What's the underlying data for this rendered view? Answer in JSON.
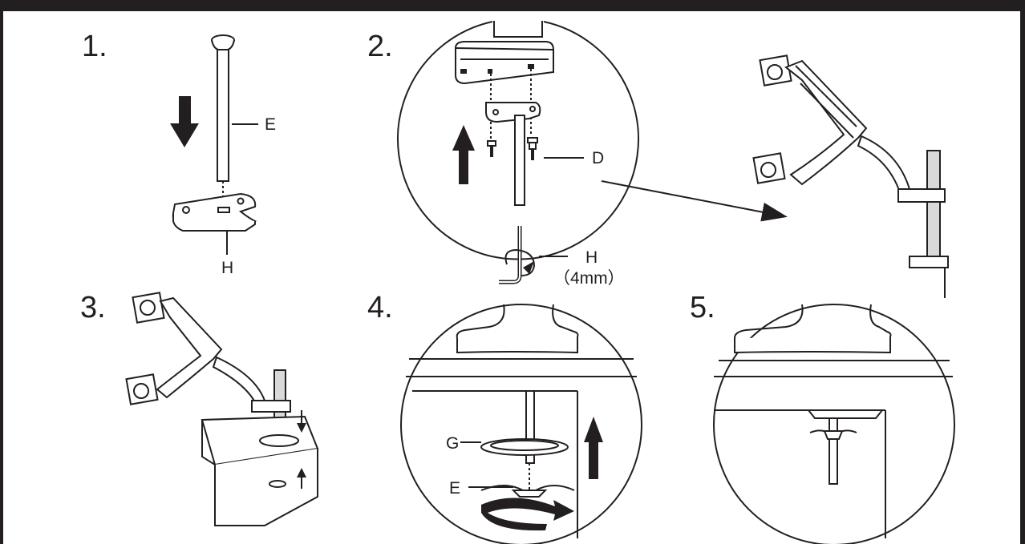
{
  "steps": [
    {
      "number": "1."
    },
    {
      "number": "2."
    },
    {
      "number": "3."
    },
    {
      "number": "4."
    },
    {
      "number": "5."
    }
  ],
  "parts": {
    "E_step1": "E",
    "H_step1": "H",
    "D_step2": "D",
    "H_step2": "H",
    "tool_size": "（4mm）",
    "G_step4": "G",
    "E_step4": "E"
  },
  "colors": {
    "ink": "#231f20",
    "background": "#ffffff",
    "pole_fill": "#d9d9d9"
  }
}
